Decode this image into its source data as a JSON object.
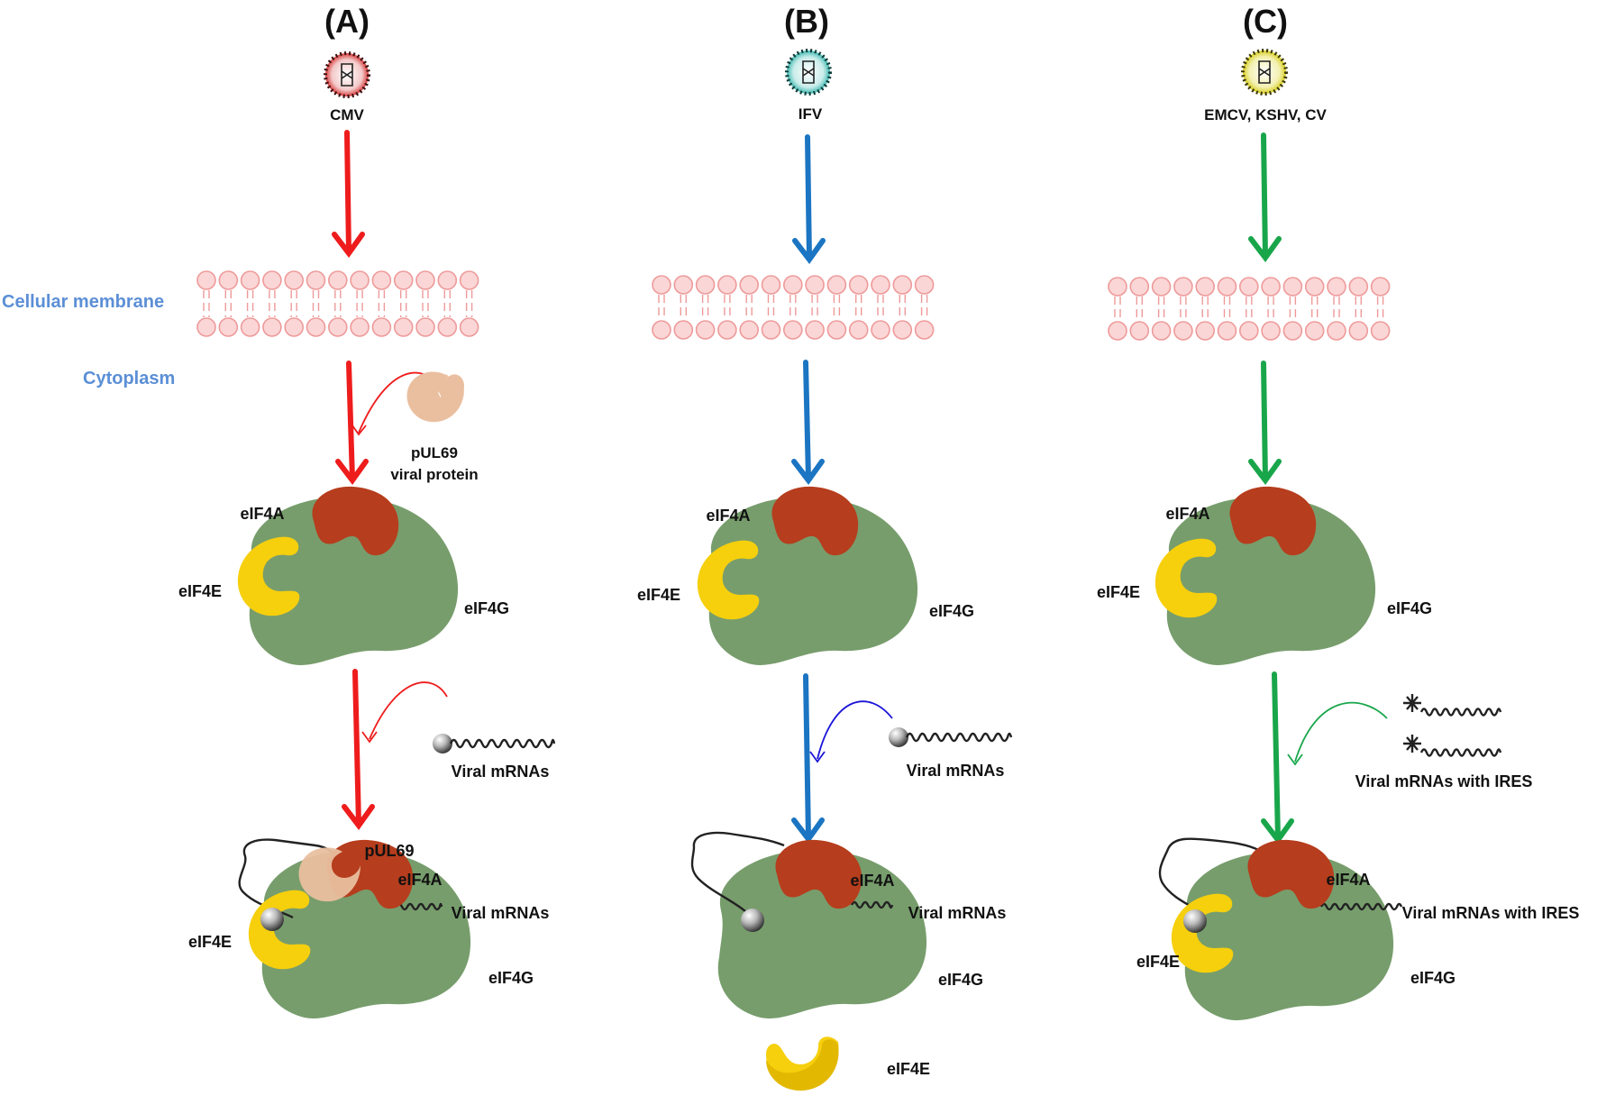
{
  "colors": {
    "red": "#ee1c1c",
    "blue": "#1b75c2",
    "green": "#19a64b",
    "ribosome": "#779d6c",
    "eif4a": "#b63d1d",
    "eif4e": "#f6cf0d",
    "pul69": "#e9bf9f",
    "membrane": "#ee9a9a",
    "membrane_fill": "#fbd6d6",
    "side_label": "#5b8fd6"
  },
  "side_labels": {
    "membrane": "Cellular membrane",
    "cytoplasm": "Cytoplasm"
  },
  "panels": [
    {
      "id": "A",
      "heading": "(A)",
      "virus": "CMV",
      "virus_color": "red",
      "eif4a": "eIF4A",
      "eif4e": "eIF4E",
      "eif4g": "eIF4G",
      "inhibitor_lines": [
        "pUL69",
        "viral protein"
      ],
      "mrna_label": "Viral mRNAs",
      "complex_pul69": "pUL69",
      "complex_eif4a": "eIF4A",
      "complex_mrna": "Viral mRNAs",
      "complex_eif4e": "eIF4E",
      "complex_eif4g": "eIF4G"
    },
    {
      "id": "B",
      "heading": "(B)",
      "virus": "IFV",
      "virus_color": "teal",
      "eif4a": "eIF4A",
      "eif4e": "eIF4E",
      "eif4g": "eIF4G",
      "mrna_label": "Viral mRNAs",
      "complex_eif4a": "eIF4A",
      "complex_mrna": "Viral mRNAs",
      "complex_eif4g": "eIF4G",
      "released_eif4e": "eIF4E"
    },
    {
      "id": "C",
      "heading": "(C)",
      "virus": "EMCV, KSHV, CV",
      "virus_color": "yellow",
      "eif4a": "eIF4A",
      "eif4e": "eIF4E",
      "eif4g": "eIF4G",
      "mrna_label": "Viral mRNAs with IRES",
      "complex_eif4a": "eIF4A",
      "complex_mrna": "Viral mRNAs with IRES",
      "complex_eif4e": "eIF4E",
      "complex_eif4g": "eIF4G"
    }
  ]
}
